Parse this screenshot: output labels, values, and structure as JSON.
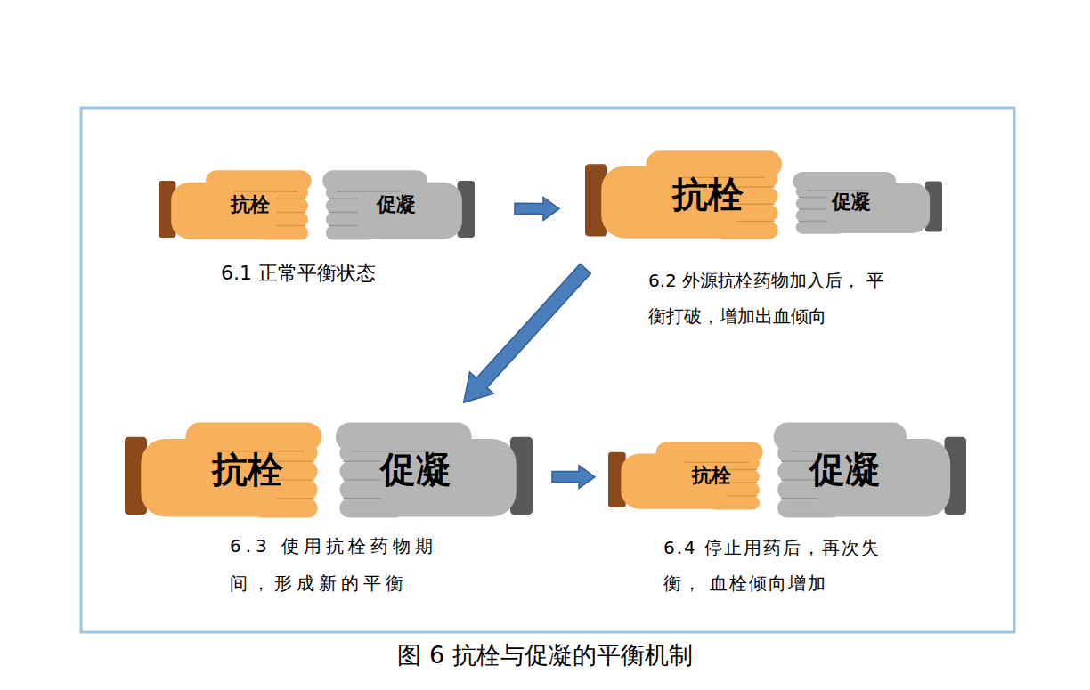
{
  "diagram": {
    "caption": "图 6 抗栓与促凝的平衡机制",
    "nodes": [
      {
        "text": [
          "抗栓"
        ]
      },
      {
        "text": [
          "促凝"
        ]
      },
      {
        "text": [
          "抗栓"
        ]
      },
      {
        "text": [
          "促凝"
        ]
      },
      {
        "text": [
          "抗栓"
        ]
      },
      {
        "text": [
          "促凝"
        ]
      },
      {
        "text": [
          "抗栓"
        ]
      },
      {
        "text": [
          "促凝"
        ]
      }
    ],
    "edges": [
      {
        "from": 1,
        "to": 2,
        "arrow": "to"
      },
      {
        "from": 2,
        "to": 5,
        "arrow": "to"
      },
      {
        "from": 5,
        "to": 6,
        "arrow": "to"
      }
    ],
    "labels": [
      "6.1 正常平衡状态",
      "6.2 外源抗栓药物加入后， 平衡打破，增加出血倾向",
      "6.3 使用抗栓药物期 间，形成新的平衡",
      "6.4 停止用药后，再次失衡， 血栓倾向增加"
    ]
  }
}
